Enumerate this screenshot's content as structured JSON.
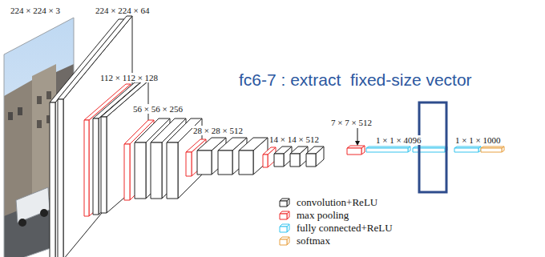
{
  "diagram": {
    "labels": [
      "224 × 224 × 3",
      "224 × 224 × 64",
      "112 × 112 × 128",
      "56 × 56 × 256",
      "28 × 28 × 512",
      "14 × 14 × 512",
      "fc6-7 : extract  fixed-size vector",
      "7 × 7 × 512",
      "1 × 1 × 4096",
      "1 × 1 × 1000"
    ],
    "legend": [
      {
        "text": "convolution+ReLU",
        "color": "#222222"
      },
      {
        "text": "max pooling",
        "color": "#ee2b2b"
      },
      {
        "text": "fully connected+ReLU",
        "color": "#35c4ee"
      },
      {
        "text": "softmax",
        "color": "#e8a040"
      }
    ]
  }
}
